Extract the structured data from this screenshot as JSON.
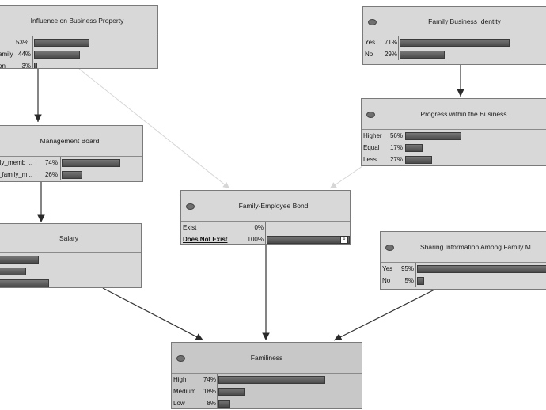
{
  "nodes": {
    "influence": {
      "title": "Influence on Business Property",
      "states": [
        {
          "label": "",
          "pct": "53%",
          "value": 53
        },
        {
          "label": "amily",
          "pct": "44%",
          "value": 44
        },
        {
          "label": "on",
          "pct": "3%",
          "value": 3
        }
      ]
    },
    "identity": {
      "title": "Family Business Identity",
      "states": [
        {
          "label": "Yes",
          "pct": "71%",
          "value": 71
        },
        {
          "label": "No",
          "pct": "29%",
          "value": 29
        }
      ]
    },
    "progress": {
      "title": "Progress within the Business",
      "states": [
        {
          "label": "Higher",
          "pct": "56%",
          "value": 56
        },
        {
          "label": "Equal",
          "pct": "17%",
          "value": 17
        },
        {
          "label": "Less",
          "pct": "27%",
          "value": 27
        }
      ]
    },
    "board": {
      "title": "Management Board",
      "states": [
        {
          "label": "ily_memb ...",
          "pct": "74%",
          "value": 74
        },
        {
          "label": "_family_m...",
          "pct": "26%",
          "value": 26
        }
      ]
    },
    "bond": {
      "title": "Family-Employee Bond",
      "states": [
        {
          "label": "Exist",
          "pct": "0%",
          "value": 0
        },
        {
          "label": "Does Not Exist",
          "pct": "100%",
          "value": 100
        }
      ]
    },
    "salary": {
      "title": "Salary",
      "states": [
        {
          "label": "",
          "pct": "",
          "value": 34
        },
        {
          "label": "",
          "pct": "",
          "value": 24
        },
        {
          "label": "",
          "pct": "",
          "value": 43
        }
      ]
    },
    "sharing": {
      "title": "Sharing Information Among Family M",
      "states": [
        {
          "label": "Yes",
          "pct": "95%",
          "value": 95
        },
        {
          "label": "No",
          "pct": "5%",
          "value": 5
        }
      ]
    },
    "familiness": {
      "title": "Familiness",
      "states": [
        {
          "label": "High",
          "pct": "74%",
          "value": 74
        },
        {
          "label": "Medium",
          "pct": "18%",
          "value": 18
        },
        {
          "label": "Low",
          "pct": "8%",
          "value": 8
        }
      ]
    }
  },
  "colors": {
    "edge": "#333333",
    "faint_edge": "#d6d6d6",
    "bar": "#555555",
    "node_bg": "#d8d8d8"
  }
}
